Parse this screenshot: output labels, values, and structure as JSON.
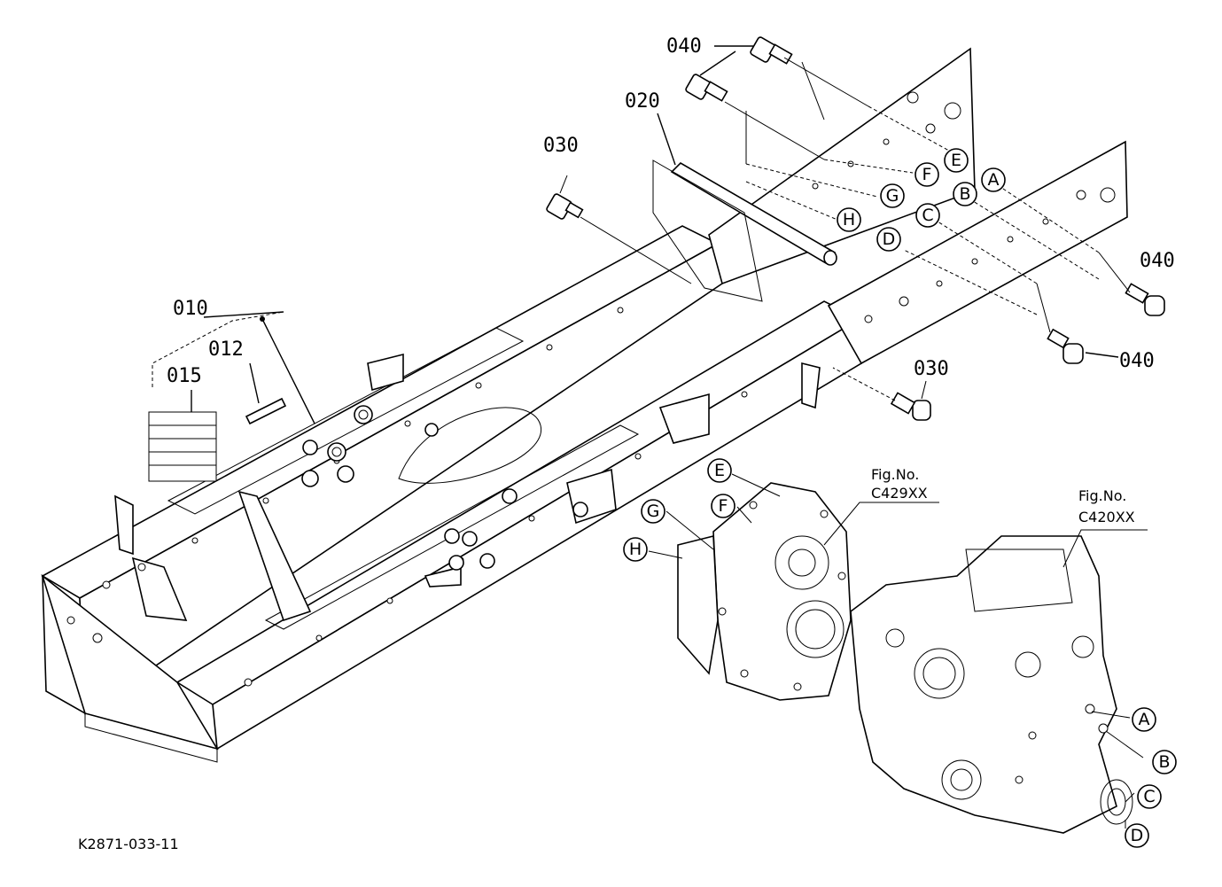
{
  "part_numbers": {
    "p010": "010",
    "p012": "012",
    "p015": "015",
    "p020": "020",
    "p030a": "030",
    "p030b": "030",
    "p040a": "040",
    "p040b": "040",
    "p040c": "040"
  },
  "references": {
    "mid_caption": [
      "Fig.No.",
      "C429XX"
    ],
    "right_caption": [
      "Fig.No.",
      "C420XX"
    ]
  },
  "circle_letters": {
    "frame": [
      "E",
      "F",
      "G",
      "H",
      "A",
      "B",
      "C",
      "D"
    ],
    "mid_case": [
      "E",
      "F",
      "G",
      "H"
    ],
    "right_case": [
      "A",
      "B",
      "C",
      "D"
    ]
  },
  "diagram_id": "K2871-033-11"
}
